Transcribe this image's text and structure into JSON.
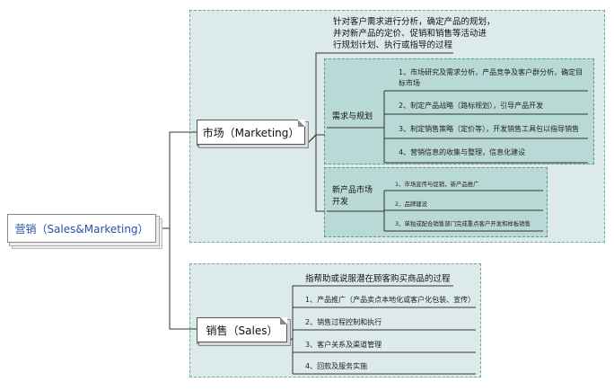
{
  "root": {
    "label": "营销（Sales&Marketing）"
  },
  "marketing": {
    "label": "市场（Marketing）",
    "description": [
      "针对客户需求进行分析，确定产品的规划，",
      "并对新产品的定价、促销和销售等活动进",
      "行规划计划、执行或指导的过程"
    ],
    "demand_planning": {
      "label": "需求与规划",
      "items": [
        [
          "1、市场研究及需求分析，产品竞争及客户群分析，确定目",
          "标市场"
        ],
        [
          "2、制定产品战略（路标规划），引导产品开发"
        ],
        [
          "3、制定销售策略（定价等），开发销售工具包以指导销售"
        ],
        [
          "4、营销信息的收集与整理，信息化建设"
        ]
      ]
    },
    "new_product": {
      "label": [
        "新产品市场",
        "开发"
      ],
      "items": [
        "1、市场宣传与促销，新产品推广",
        "2、品牌建设",
        "3、单独或配合销售部门完成重点客户开发和样板销售"
      ]
    }
  },
  "sales": {
    "label": "销售（Sales）",
    "description": "指帮助或说服潜在顾客购买商品的过程",
    "items": [
      "1、产品推广（产品卖点本地化或客户化包装、宣传）",
      "2、销售过程控制和执行",
      "3、客户关系及渠道管理",
      "4、回款及服务实施"
    ]
  },
  "colors": {
    "region_fill": "#dcebea",
    "inner_fill": "#b9d9d7",
    "line": "#333333",
    "root_text": "#2a4fa8"
  }
}
